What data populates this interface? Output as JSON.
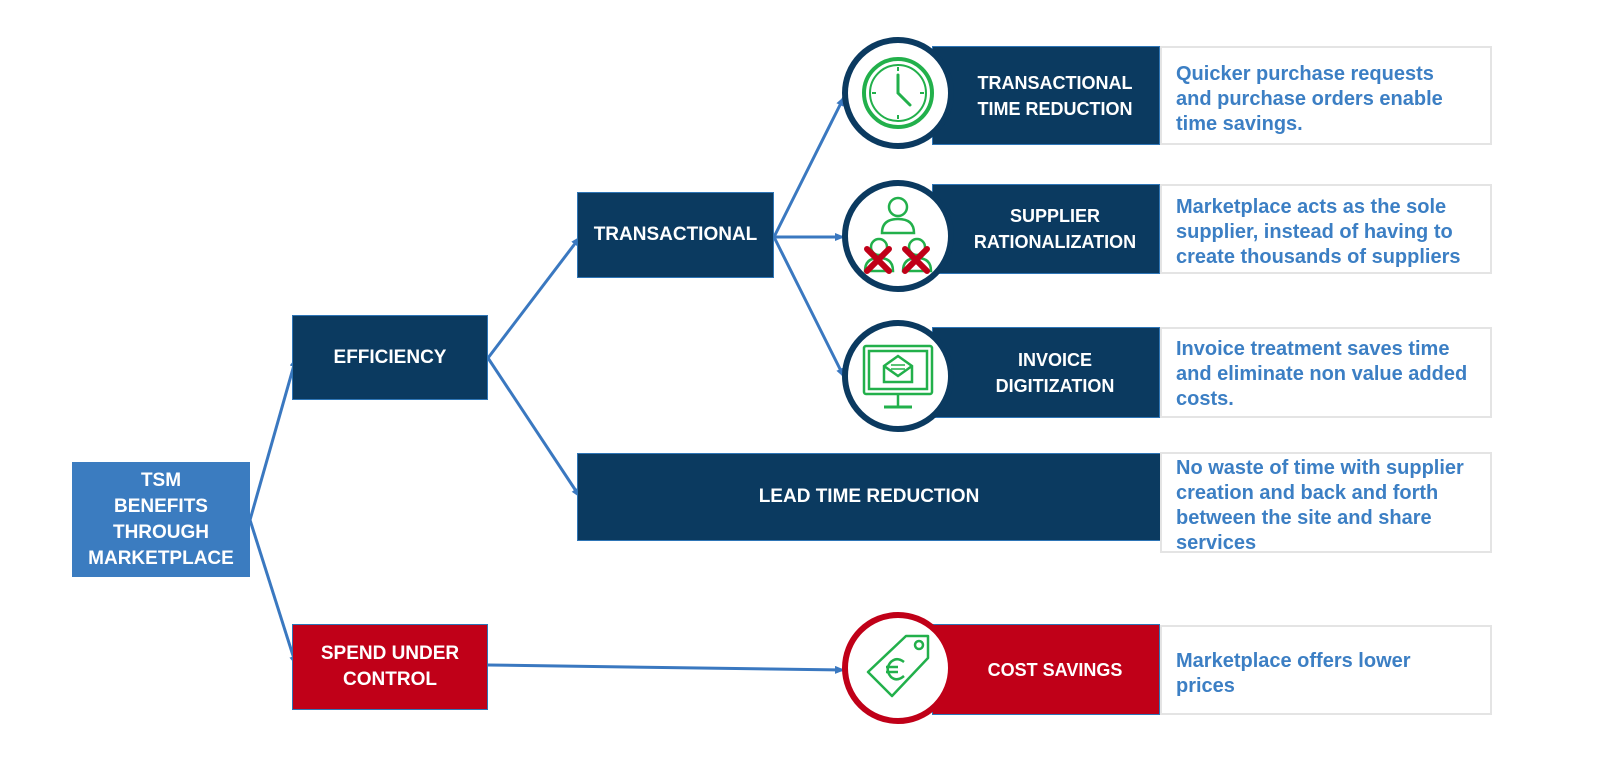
{
  "root": {
    "lines": [
      "TSM",
      "BENEFITS",
      "THROUGH",
      "MARKETPLACE"
    ]
  },
  "efficiency": {
    "label": "EFFICIENCY"
  },
  "spend": {
    "lines": [
      "SPEND UNDER",
      "CONTROL"
    ]
  },
  "transactional": {
    "label": "TRANSACTIONAL"
  },
  "lead_time": {
    "label": "LEAD TIME REDUCTION"
  },
  "benefits": [
    {
      "lines": [
        "TRANSACTIONAL",
        "TIME REDUCTION"
      ],
      "icon": "clock-icon",
      "desc": [
        "Quicker purchase requests",
        "and purchase orders enable",
        "time savings."
      ]
    },
    {
      "lines": [
        "SUPPLIER",
        "RATIONALIZATION"
      ],
      "icon": "suppliers-removed-icon",
      "desc": [
        "Marketplace acts as the sole",
        "supplier, instead of having to",
        "create thousands of suppliers"
      ]
    },
    {
      "lines": [
        "INVOICE",
        "DIGITIZATION"
      ],
      "icon": "email-monitor-icon",
      "desc": [
        "Invoice treatment saves time",
        "and eliminate non value added",
        "costs."
      ]
    },
    {
      "lines": [
        "COST SAVINGS"
      ],
      "icon": "euro-tag-icon",
      "desc": [
        "Marketplace offers lower",
        "prices"
      ]
    }
  ],
  "lead_time_desc": [
    "No waste of time with supplier",
    "creation and back and forth",
    "between the site and share",
    "services"
  ],
  "colors": {
    "navy": "#0b3a60",
    "light_blue": "#3b7cc0",
    "red": "#c00018",
    "text_blue": "#3c7fc4",
    "icon_green": "#22b04b",
    "cross_red": "#c00018"
  }
}
